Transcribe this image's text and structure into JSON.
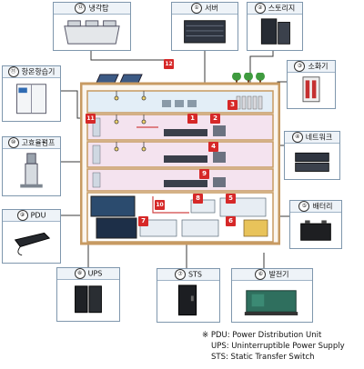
{
  "cards": [
    {
      "id": "cooling-tower",
      "num": "⑫",
      "label": "냉각탑"
    },
    {
      "id": "server",
      "num": "①",
      "label": "서버"
    },
    {
      "id": "storage",
      "num": "②",
      "label": "스토리지"
    },
    {
      "id": "extinguisher",
      "num": "③",
      "label": "소화기"
    },
    {
      "id": "thermo-hygro",
      "num": "⑪",
      "label": "항온항습기"
    },
    {
      "id": "network",
      "num": "④",
      "label": "네트워크"
    },
    {
      "id": "booster-pump",
      "num": "⑩",
      "label": "고효율펌프"
    },
    {
      "id": "battery",
      "num": "⑤",
      "label": "배터리"
    },
    {
      "id": "pdu",
      "num": "⑨",
      "label": "PDU"
    },
    {
      "id": "ups",
      "num": "⑧",
      "label": "UPS"
    },
    {
      "id": "sts",
      "num": "⑦",
      "label": "STS"
    },
    {
      "id": "generator",
      "num": "⑥",
      "label": "발전기"
    }
  ],
  "badges": [
    "1",
    "2",
    "3",
    "4",
    "5",
    "6",
    "7",
    "8",
    "9",
    "10",
    "11",
    "12"
  ],
  "notes": {
    "line1": "※ PDU: Power Distribution Unit",
    "line2": "UPS: Uninterruptible Power Supply",
    "line3": "STS: Static Transfer Switch"
  },
  "colors": {
    "building_frame": "#c79a62",
    "floor_pink": "#f4e3ef",
    "floor_blue": "#e3eef7",
    "badge": "#d62828",
    "connector": "#333333"
  }
}
